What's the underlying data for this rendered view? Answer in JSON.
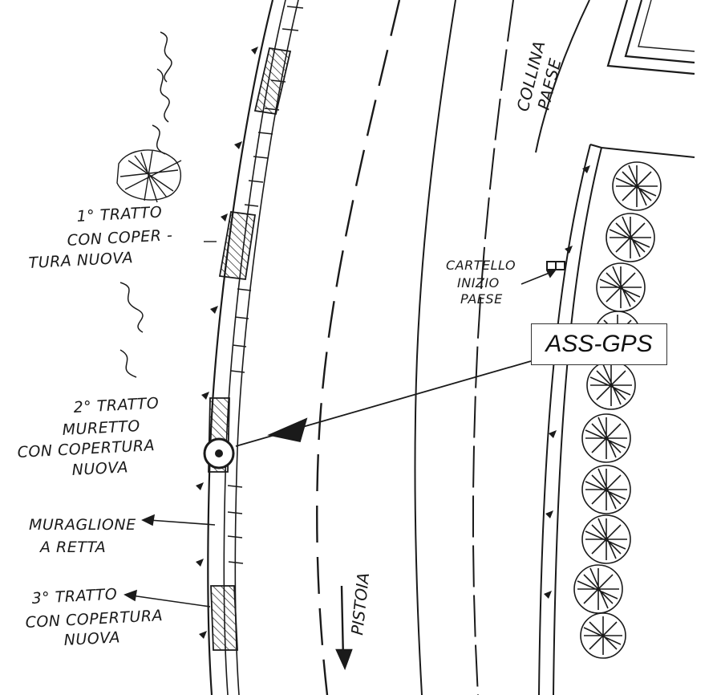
{
  "labels": {
    "tratto1_line1": "1° TRATTO",
    "tratto1_line2": "CON COPER -",
    "tratto1_line3": "TURA NUOVA",
    "tratto2_line1": "2° TRATTO",
    "tratto2_line2": "MURETTO",
    "tratto2_line3": "CON COPERTURA",
    "tratto2_line4": "NUOVA",
    "muraglione_line1": "MURAGLIONE",
    "muraglione_line2": "A RETTA",
    "tratto3_line1": "3° TRATTO",
    "tratto3_line2": "CON COPERTURA",
    "tratto3_line3": "NUOVA",
    "cartello_line1": "CARTELLO",
    "cartello_line2": "INIZIO",
    "cartello_line3": "PAESE",
    "collina_line1": "COLLINA",
    "collina_line2": "PAESE",
    "pistoia": "PISTOIA"
  },
  "marker": {
    "label": "ASS-GPS"
  },
  "colors": {
    "ink": "#1a1a1a",
    "paper": "#ffffff"
  }
}
